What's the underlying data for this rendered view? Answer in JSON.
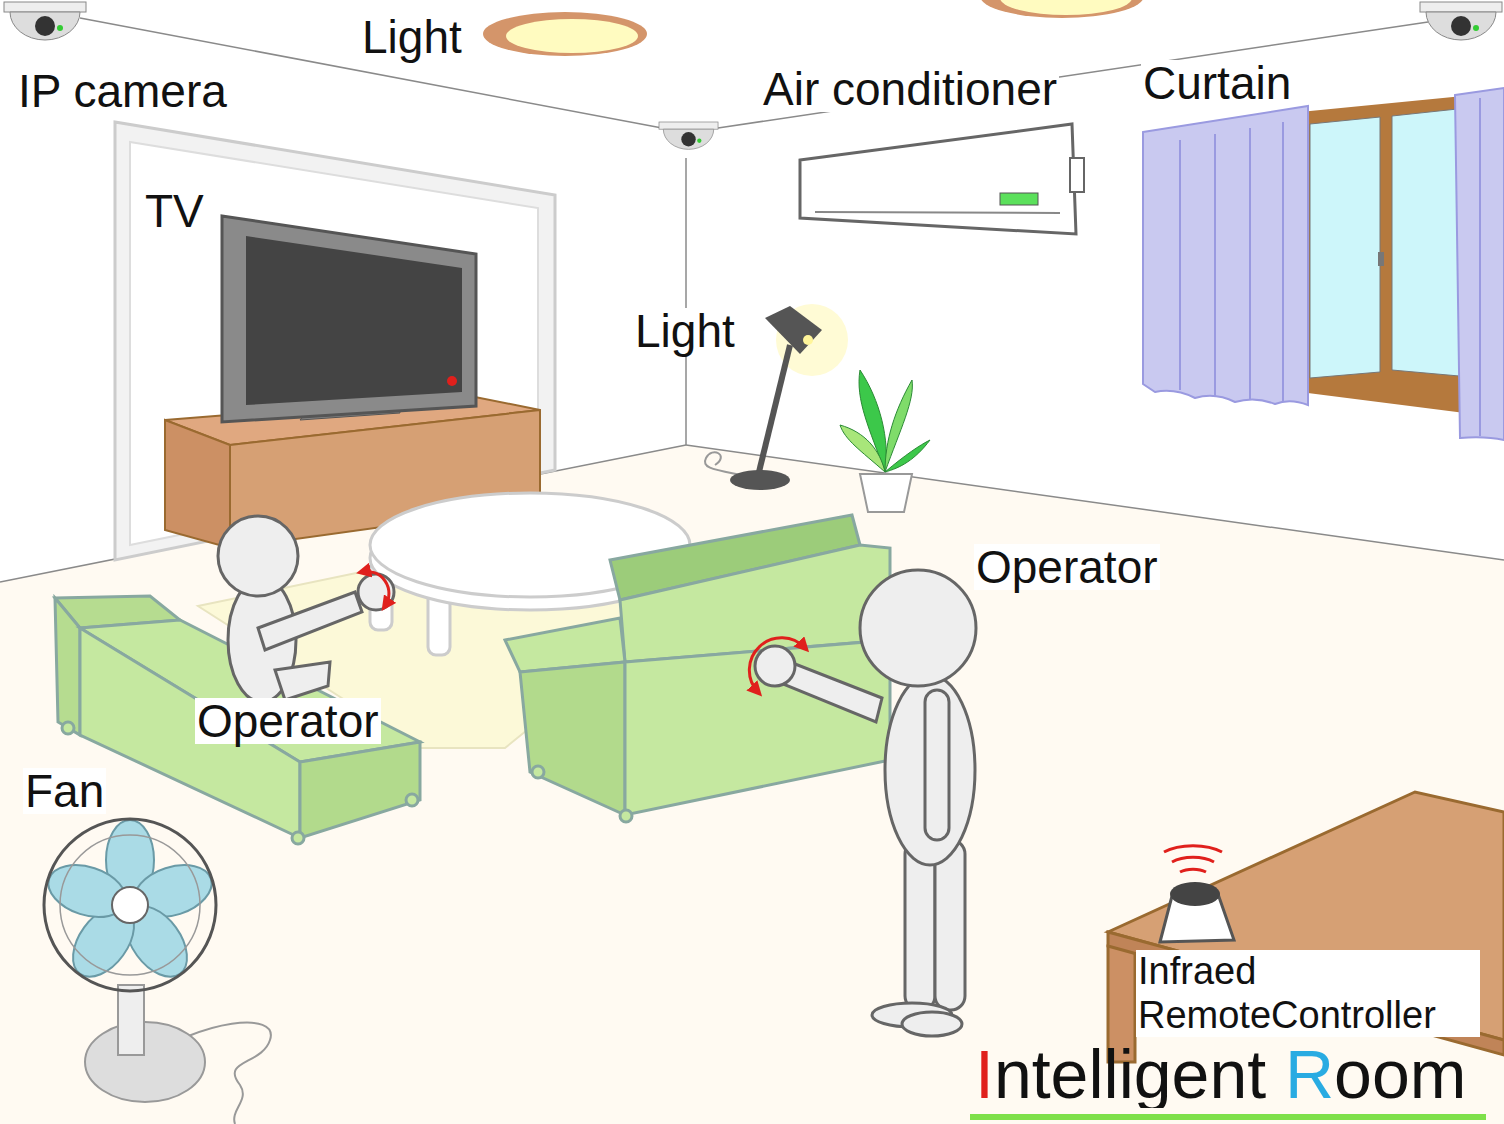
{
  "diagram": {
    "title": "Intelligent Room",
    "labels": [
      "Light",
      "IP camera",
      "Air conditioner",
      "Curtain",
      "TV",
      "Light",
      "Operator",
      "Operator",
      "Fan",
      "Infraed RemoteController"
    ]
  }
}
